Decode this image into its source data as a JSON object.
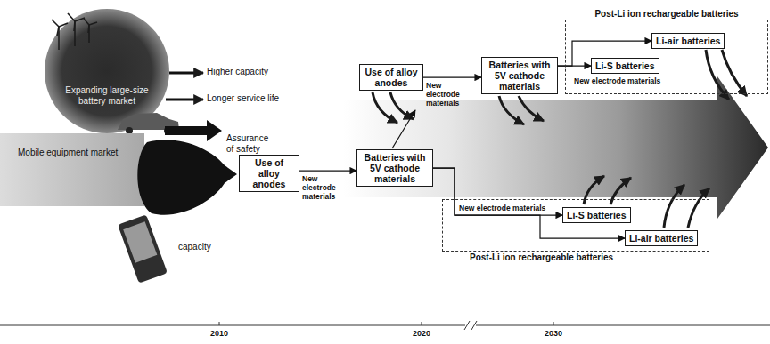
{
  "diagram": {
    "nodes": [
      {
        "text": [
          "Use of alloy anodes"
        ]
      },
      {
        "text": [
          "Batteries with 5V cathode materials"
        ]
      },
      {
        "text": [
          "Post-Li ion rechargeable batteries"
        ]
      },
      {
        "text": [
          "Li-air batteries"
        ],
        "in": 2
      },
      {
        "text": [
          "Li-S batteries"
        ],
        "in": 2
      },
      {
        "text": [
          "Use of alloy anodes"
        ]
      },
      {
        "text": [
          "Batteries with 5V cathode materials"
        ]
      },
      {
        "text": [
          "Post-Li ion rechargeable batteries"
        ]
      },
      {
        "text": [
          "Li-S batteries"
        ],
        "in": 7
      },
      {
        "text": [
          "Li-air batteries"
        ],
        "in": 7
      }
    ],
    "edges": [
      {
        "from": 0,
        "to": 1,
        "arrow": "to",
        "label": "New electrode materials"
      },
      {
        "from": 1,
        "to": 4,
        "arrow": "to",
        "label": "New electrode materials"
      },
      {
        "from": 1,
        "to": 3,
        "arrow": "to"
      },
      {
        "from": 5,
        "to": 6,
        "arrow": "to",
        "label": "New electrode materials"
      },
      {
        "from": 6,
        "to": 8,
        "arrow": "to",
        "label": "New electrode materials"
      },
      {
        "from": 6,
        "to": 9,
        "arrow": "to"
      }
    ],
    "labels": [
      "Expanding large-size battery market",
      "Higher capacity",
      "Longer service life",
      "Assurance of safety",
      "Mobile equipment market",
      "capacity",
      "2010",
      "2020",
      "2030"
    ]
  }
}
